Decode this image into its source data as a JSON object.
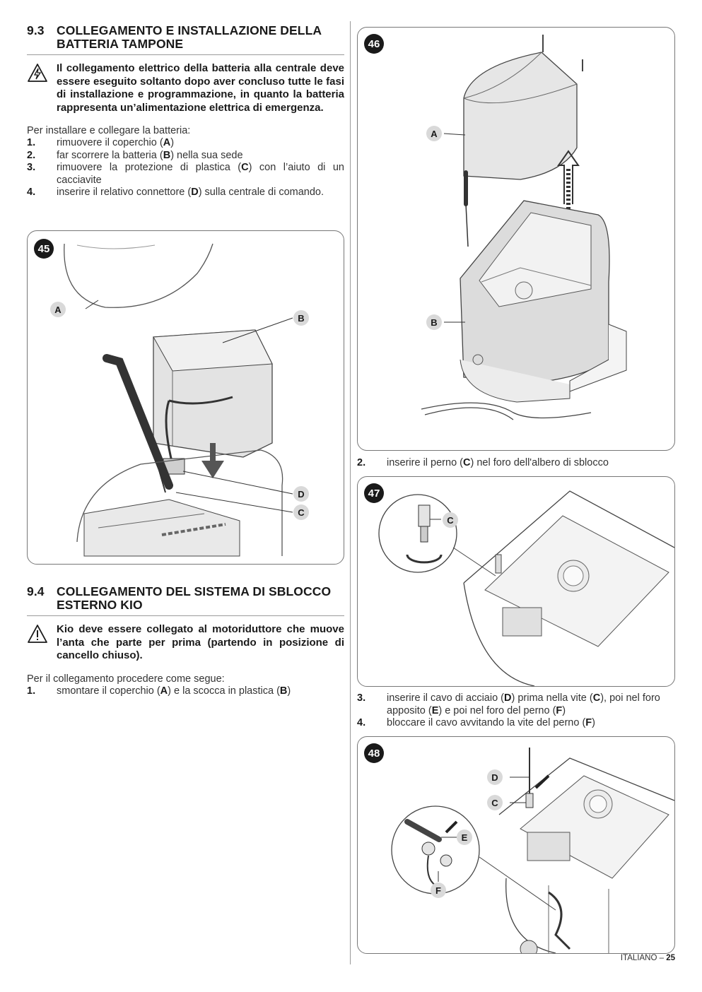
{
  "section_9_3": {
    "number": "9.3",
    "title": "COLLEGAMENTO E INSTALLAZIONE DELLA BATTERIA TAMPONE",
    "warning": "Il collegamento elettrico della batteria alla centrale deve essere eseguito soltanto dopo aver concluso tutte le fasi di installazione e programmazione, in quanto la batteria rappresenta un’alimentazione elettrica di emergenza.",
    "intro": "Per installare e collegare la batteria:",
    "steps": [
      {
        "num": "1.",
        "before": "rimuovere il coperchio (",
        "key": "A",
        "after": ")"
      },
      {
        "num": "2.",
        "before": "far scorrere la batteria (",
        "key": "B",
        "after": ") nella sua sede"
      },
      {
        "num": "3.",
        "before": "rimuovere la protezione di plastica (",
        "key": "C",
        "after": ") con l’aiuto di un cacciavite"
      },
      {
        "num": "4.",
        "before": "inserire il relativo connettore (",
        "key": "D",
        "after": ") sulla centrale di comando."
      }
    ]
  },
  "figure_45": {
    "badge": "45",
    "labels": [
      "A",
      "B",
      "D",
      "C"
    ]
  },
  "section_9_4": {
    "number": "9.4",
    "title": "COLLEGAMENTO DEL SISTEMA DI SBLOCCO ESTERNO KIO",
    "warning": "Kio deve essere collegato al motoriduttore che muove l’anta che parte per prima (partendo in posizione di cancello chiuso).",
    "intro": "Per il collegamento procedere come segue:",
    "steps": [
      {
        "num": "1.",
        "before": "smontare il coperchio (",
        "key": "A",
        "after": ") e la scocca in plastica (",
        "key2": "B",
        "after2": ")"
      }
    ]
  },
  "figure_46": {
    "badge": "46",
    "labels": [
      "A",
      "B"
    ]
  },
  "step_2": {
    "num": "2.",
    "before": "inserire il perno (",
    "key": "C",
    "after": ") nel foro dell'albero di sblocco"
  },
  "figure_47": {
    "badge": "47",
    "labels": [
      "C"
    ]
  },
  "steps_3_4": [
    {
      "num": "3.",
      "before": "inserire il cavo di acciaio (",
      "key": "D",
      "mid1": ") prima nella vite (",
      "key2": "C",
      "mid2": "), poi nel foro apposito (",
      "key3": "E",
      "mid3": ") e poi nel foro del perno (",
      "key4": "F",
      "after": ")"
    },
    {
      "num": "4.",
      "before": "bloccare il cavo avvitando la vite del perno (",
      "key": "F",
      "after": ")"
    }
  ],
  "figure_48": {
    "badge": "48",
    "labels": [
      "D",
      "C",
      "E",
      "F"
    ]
  },
  "footer": {
    "language": "ITALIANO",
    "separator": " – ",
    "page": "25"
  },
  "icons": {
    "warning_electric": "electric-warning-icon",
    "warning_general": "general-warning-icon"
  }
}
